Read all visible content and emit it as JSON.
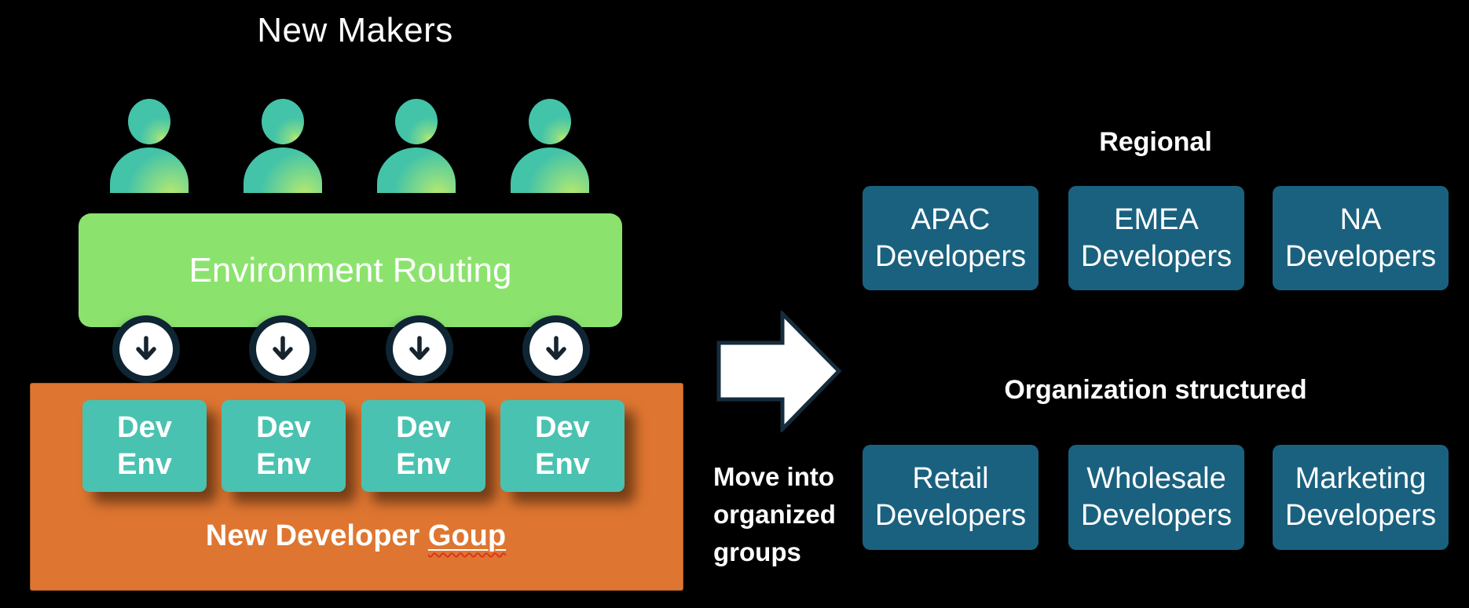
{
  "left_panel": {
    "title": "New Makers",
    "makers": {
      "count": 4,
      "icon": "person-icon",
      "color": "#43c3a8",
      "accent": "#b9e96e"
    },
    "routing_box": {
      "label": "Environment Routing",
      "color": "#8be36e"
    },
    "drop_arrows": {
      "count": 4,
      "icon": "down-arrow-icon",
      "ring_color": "#0f2533"
    },
    "group_box": {
      "label_prefix": "New Developer ",
      "misspelled_word": "Goup",
      "color": "#de7631",
      "env_color": "#4ac2b1",
      "env_boxes": [
        "Dev Env",
        "Dev Env",
        "Dev Env",
        "Dev Env"
      ]
    }
  },
  "transition": {
    "arrow_icon": "right-block-arrow-icon",
    "caption": "Move into organized groups"
  },
  "right_panel": {
    "box_color": "#1a617f",
    "sections": [
      {
        "heading": "Regional",
        "boxes": [
          "APAC Developers",
          "EMEA Developers",
          "NA Developers"
        ]
      },
      {
        "heading": "Organization structured",
        "boxes": [
          "Retail Developers",
          "Wholesale Developers",
          "Marketing Developers"
        ]
      }
    ]
  }
}
